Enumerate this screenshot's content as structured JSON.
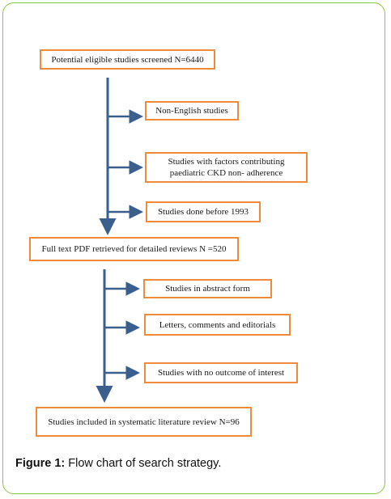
{
  "flowchart": {
    "screened": "Potential eligible studies screened N=6440",
    "excluded_1": [
      "Non-English studies",
      "Studies with     factors contributing\npaediatric CKD non- adherence",
      "Studies done before 1993"
    ],
    "full_text": "Full text PDF retrieved for detailed reviews N =520",
    "excluded_2": [
      "Studies in abstract form",
      "Letters, comments and editorials",
      "Studies with no outcome of interest"
    ],
    "included": "Studies included in systematic literature review N=96"
  },
  "caption": {
    "label": "Figure 1:",
    "text": " Flow chart of search strategy."
  },
  "colors": {
    "box_border": "#f08a3c",
    "arrow": "#3b5f8c",
    "frame": "#8cc63f"
  }
}
